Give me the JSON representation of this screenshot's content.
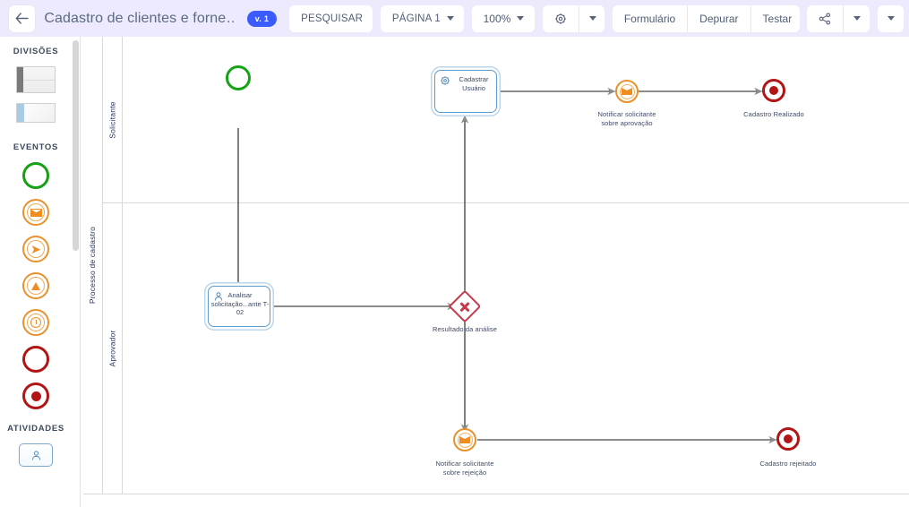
{
  "toolbar": {
    "back_icon": "arrow-left-icon",
    "title": "Cadastro de clientes e forne…",
    "version_badge": "v. 1",
    "search_label": "PESQUISAR",
    "page_label": "PÁGINA 1",
    "zoom_label": "100%",
    "settings_icon": "gear-icon",
    "form_label": "Formulário",
    "debug_label": "Depurar",
    "test_label": "Testar",
    "share_icon": "share-icon",
    "overflow_icon": "chevron-down-icon"
  },
  "palette": {
    "sections": [
      {
        "title": "DIVISÕES",
        "items": [
          {
            "name": "pool-shape",
            "icon": "pool-icon"
          },
          {
            "name": "lane-shape",
            "icon": "lane-icon"
          }
        ]
      },
      {
        "title": "EVENTOS",
        "items": [
          {
            "name": "start-event",
            "icon": "circle-green-icon"
          },
          {
            "name": "message-event",
            "icon": "envelope-icon"
          },
          {
            "name": "intermediate-event",
            "icon": "arrow-right-icon"
          },
          {
            "name": "signal-event",
            "icon": "triangle-icon"
          },
          {
            "name": "timer-event",
            "icon": "clock-icon"
          },
          {
            "name": "end-event",
            "icon": "circle-red-icon"
          },
          {
            "name": "terminate-event",
            "icon": "circle-filled-red-icon"
          }
        ]
      },
      {
        "title": "ATIVIDADES",
        "items": [
          {
            "name": "user-task",
            "icon": "user-icon"
          }
        ]
      }
    ]
  },
  "canvas": {
    "pool": {
      "label": "Processo de cadastro"
    },
    "lanes": [
      {
        "label": "Solicitante"
      },
      {
        "label": "Aprovador"
      }
    ],
    "nodes": [
      {
        "id": "start",
        "type": "start-event",
        "label": ""
      },
      {
        "id": "cadastrar",
        "type": "service-task",
        "label": "Cadastrar\nUsuário",
        "line1": "Cadastrar",
        "line2": "Usuário",
        "icon": "gear-icon"
      },
      {
        "id": "notif_aprov",
        "type": "message-event",
        "line1": "Notificar solicitante",
        "line2": "sobre aprovação"
      },
      {
        "id": "fim_ok",
        "type": "end-event",
        "line1": "Cadastro Realizado",
        "line2": ""
      },
      {
        "id": "analisar",
        "type": "user-task",
        "line1": "Analisar",
        "line2": "solicitação...ante T-",
        "line3": "02",
        "icon": "user-icon"
      },
      {
        "id": "gateway",
        "type": "exclusive-gateway",
        "line1": "Resultado da análise",
        "line2": ""
      },
      {
        "id": "notif_rej",
        "type": "message-event",
        "line1": "Notificar solicitante",
        "line2": "sobre rejeição"
      },
      {
        "id": "fim_rej",
        "type": "end-event",
        "line1": "Cadastro rejeitado",
        "line2": ""
      }
    ]
  }
}
